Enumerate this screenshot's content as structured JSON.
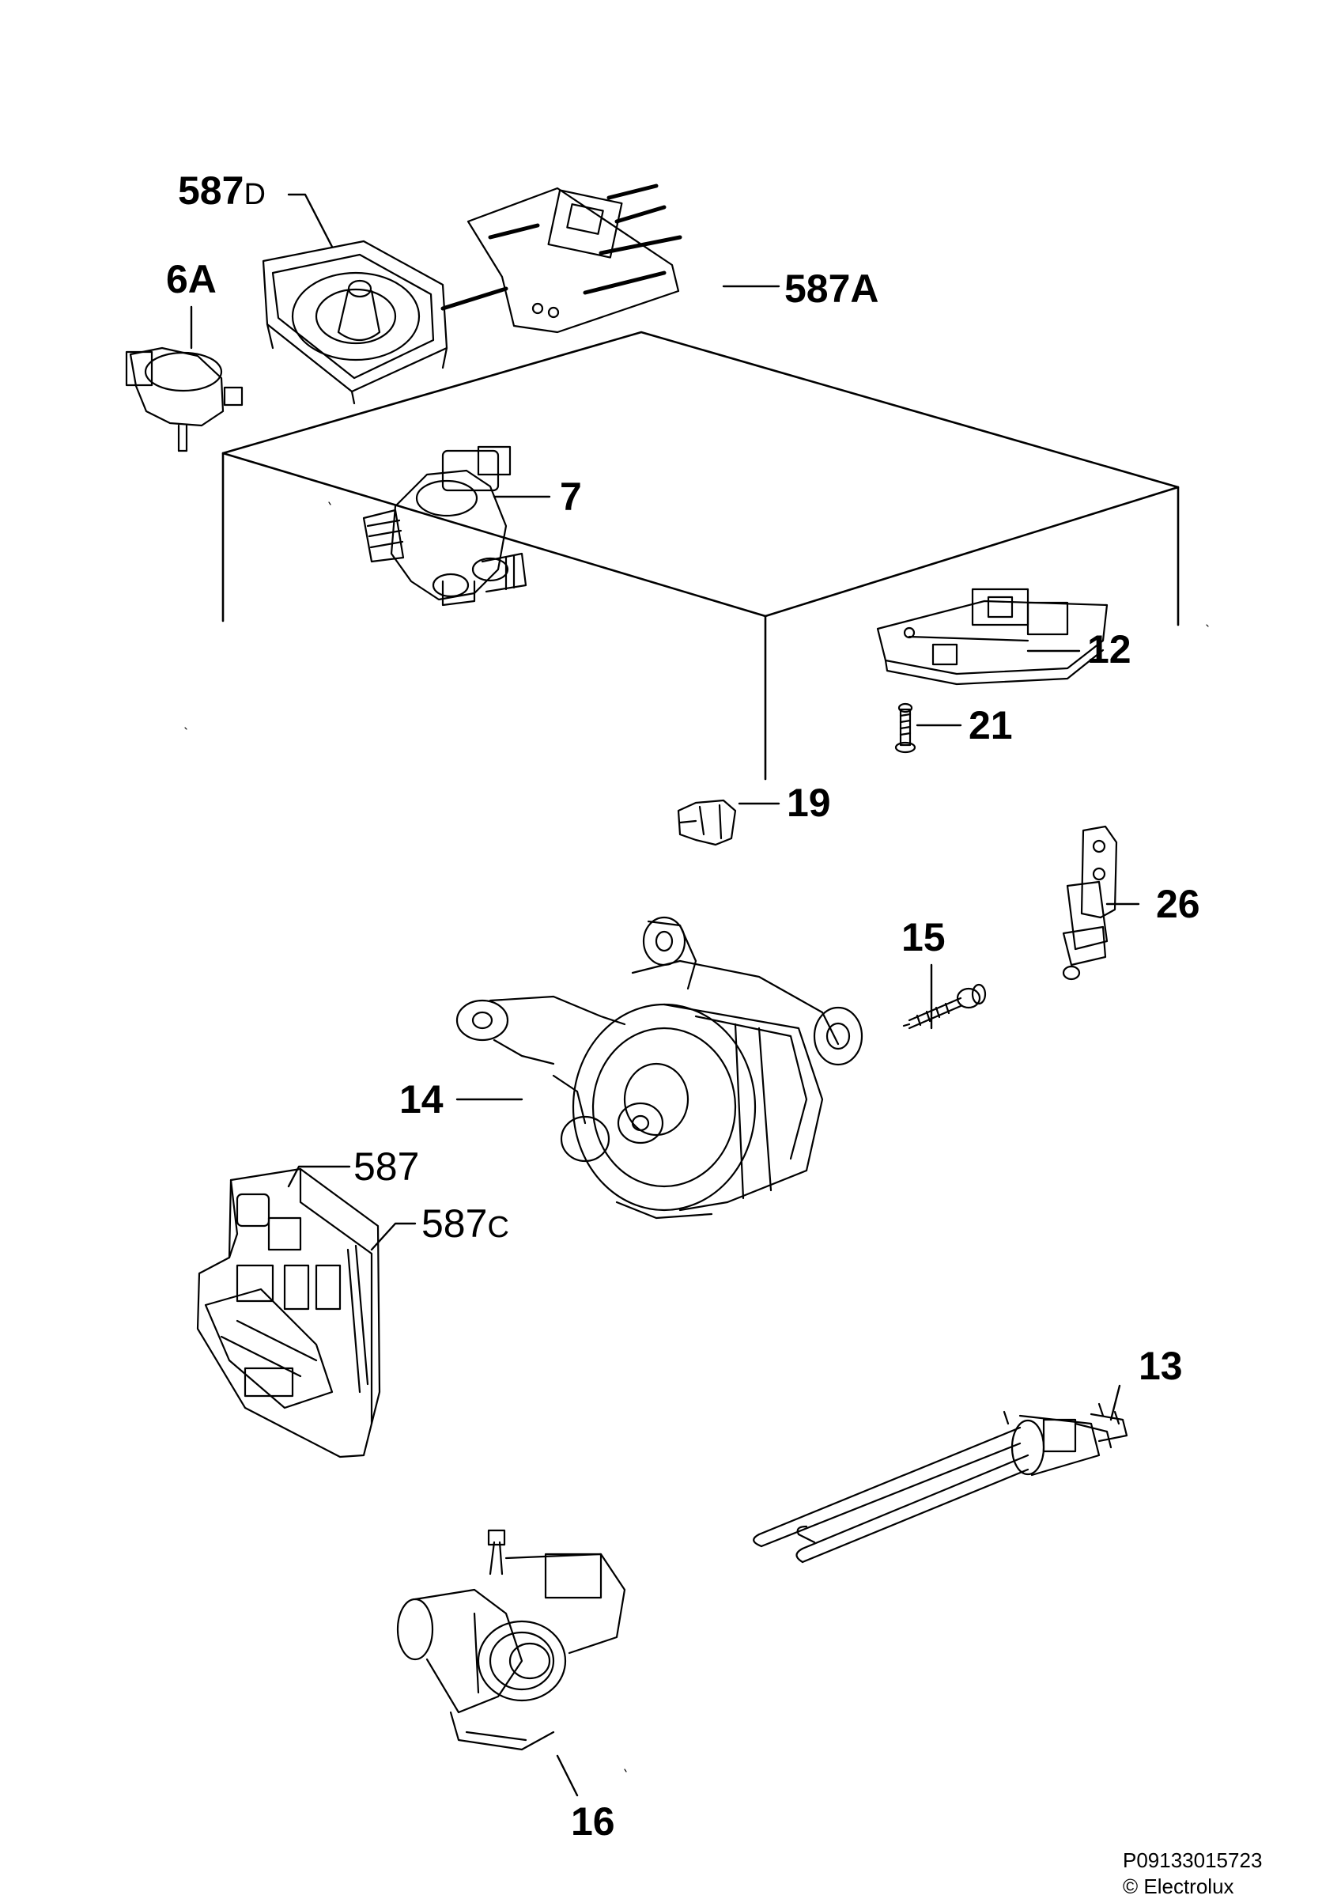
{
  "callouts": {
    "c587d": {
      "num": "587",
      "suffix": "D"
    },
    "c6a": {
      "num": "6A"
    },
    "c587a": {
      "num": "587A"
    },
    "c7": {
      "num": "7"
    },
    "c12": {
      "num": "12"
    },
    "c21": {
      "num": "21"
    },
    "c19": {
      "num": "19"
    },
    "c26": {
      "num": "26"
    },
    "c15": {
      "num": "15"
    },
    "c14": {
      "num": "14"
    },
    "c587": {
      "num": "587"
    },
    "c587c": {
      "num": "587",
      "suffix": "C"
    },
    "c13": {
      "num": "13"
    },
    "c16": {
      "num": "16"
    }
  },
  "footer": {
    "code": "P09133015723",
    "copyright": "© Electrolux"
  }
}
